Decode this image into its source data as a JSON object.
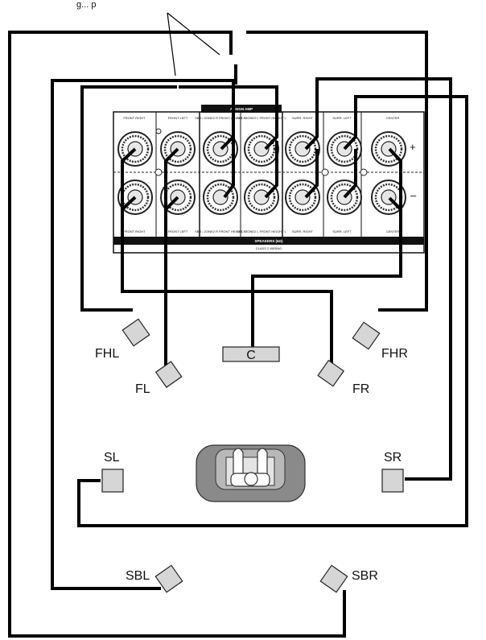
{
  "header": {
    "caption_fragment": "g... p"
  },
  "amp": {
    "assign_label": "ASSIGN AMP",
    "speakers_label": "SPEAKERS (6Ω)",
    "wiring_label": "CLASS 2 WIRING",
    "plus_sign": "+",
    "minus_sign": "–",
    "channels": [
      {
        "top": "FRONT RIGHT",
        "bottom": "FRONT RIGHT"
      },
      {
        "top": "FRONT LEFT",
        "bottom": "FRONT LEFT"
      },
      {
        "top": "SBR / ZONE2 R FRONT HEIGHT R",
        "bottom": "SBR / ZONE2 R FRONT HEIGHT R"
      },
      {
        "top": "SBL / ZONE2 L FRONT HEIGHT L",
        "bottom": "SBL / ZONE2 L FRONT HEIGHT L"
      },
      {
        "top": "SURR. RIGHT",
        "bottom": "SURR. RIGHT"
      },
      {
        "top": "SURR. LEFT",
        "bottom": "SURR. LEFT"
      },
      {
        "top": "CENTER",
        "bottom": "CENTER"
      }
    ]
  },
  "speakers": {
    "fhl": "FHL",
    "fhr": "FHR",
    "fl": "FL",
    "fr": "FR",
    "c": "C",
    "sl": "SL",
    "sr": "SR",
    "sbl": "SBL",
    "sbr": "SBR"
  }
}
